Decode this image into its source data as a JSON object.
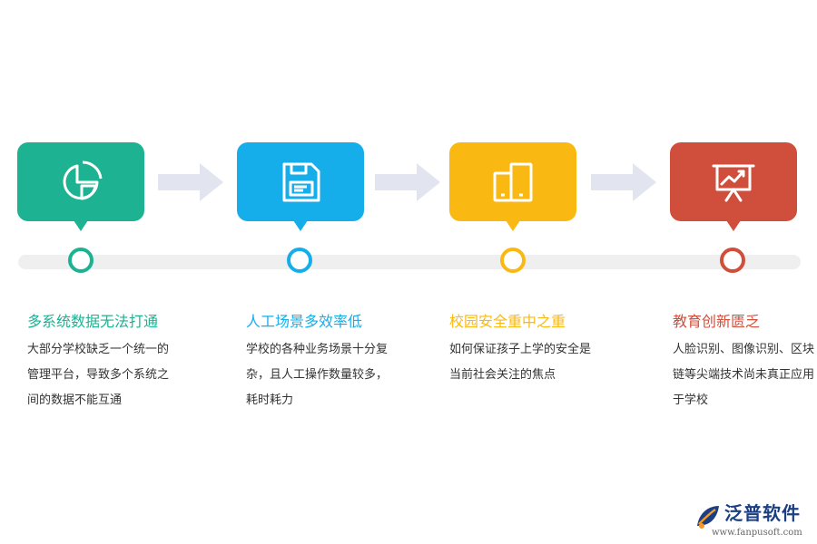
{
  "colors": {
    "green": "#1db292",
    "blue": "#15aeea",
    "yellow": "#f9b912",
    "red": "#cf4f3c",
    "arrow": "#e2e5f0",
    "track": "#efefef"
  },
  "steps": [
    {
      "icon": "pie-segments-icon",
      "title": "多系统数据无法打通",
      "text": "大部分学校缺乏一个统一的管理平台，导致多个系统之间的数据不能互通"
    },
    {
      "icon": "floppy-disk-icon",
      "title": "人工场景多效率低",
      "text": "学校的各种业务场景十分复杂，且人工操作数量较多，耗时耗力"
    },
    {
      "icon": "tablet-devices-icon",
      "title": "校园安全重中之重",
      "text": "如何保证孩子上学的安全是当前社会关注的焦点"
    },
    {
      "icon": "presentation-board-icon",
      "title": "教育创新匮乏",
      "text": "人脸识别、图像识别、区块链等尖端技术尚未真正应用于学校"
    }
  ],
  "logo": {
    "name": "泛普软件",
    "url": "www.fanpusoft.com"
  }
}
